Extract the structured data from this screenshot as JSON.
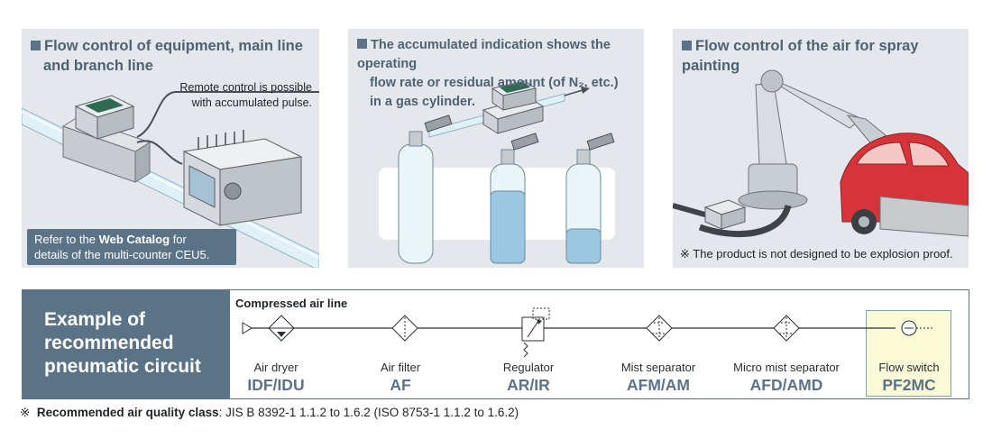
{
  "panels": {
    "p1": {
      "title_line1": "Flow control of equipment, main line",
      "title_line2": "and branch line",
      "note_line1": "Remote control is possible",
      "note_line2": "with accumulated pulse.",
      "callout_pre": "Refer to the",
      "callout_bold": "Web Catalog",
      "callout_post": "for",
      "callout_line2": "details of the multi-counter CEU5."
    },
    "p2": {
      "title_line1": "The accumulated indication shows the operating",
      "title_line2": "flow rate or residual amount (of N₂, etc.)",
      "title_line3": "in a gas cylinder."
    },
    "p3": {
      "title": "Flow control of the air for spray painting",
      "note": "※ The product is not designed to be explosion proof."
    }
  },
  "circuit": {
    "label_line1": "Example of",
    "label_line2": "recommended",
    "label_line3": "pneumatic circuit",
    "line_title": "Compressed air line",
    "components": [
      {
        "name": "Air dryer",
        "model": "IDF/IDU"
      },
      {
        "name": "Air filter",
        "model": "AF"
      },
      {
        "name": "Regulator",
        "model": "AR/IR"
      },
      {
        "name": "Mist separator",
        "model": "AFM/AM"
      },
      {
        "name": "Micro mist separator",
        "model": "AFD/AMD"
      },
      {
        "name": "Flow switch",
        "model": "PF2MC"
      }
    ]
  },
  "footer": {
    "mark": "※",
    "bold": "Recommended air quality class",
    "text": ": JIS B 8392-1 1.1.2 to 1.6.2 (ISO 8753-1 1.1.2 to 1.6.2)"
  },
  "colors": {
    "accent": "#5b7386",
    "panel_bg": "#e4e8ec",
    "highlight": "#fafad6"
  }
}
